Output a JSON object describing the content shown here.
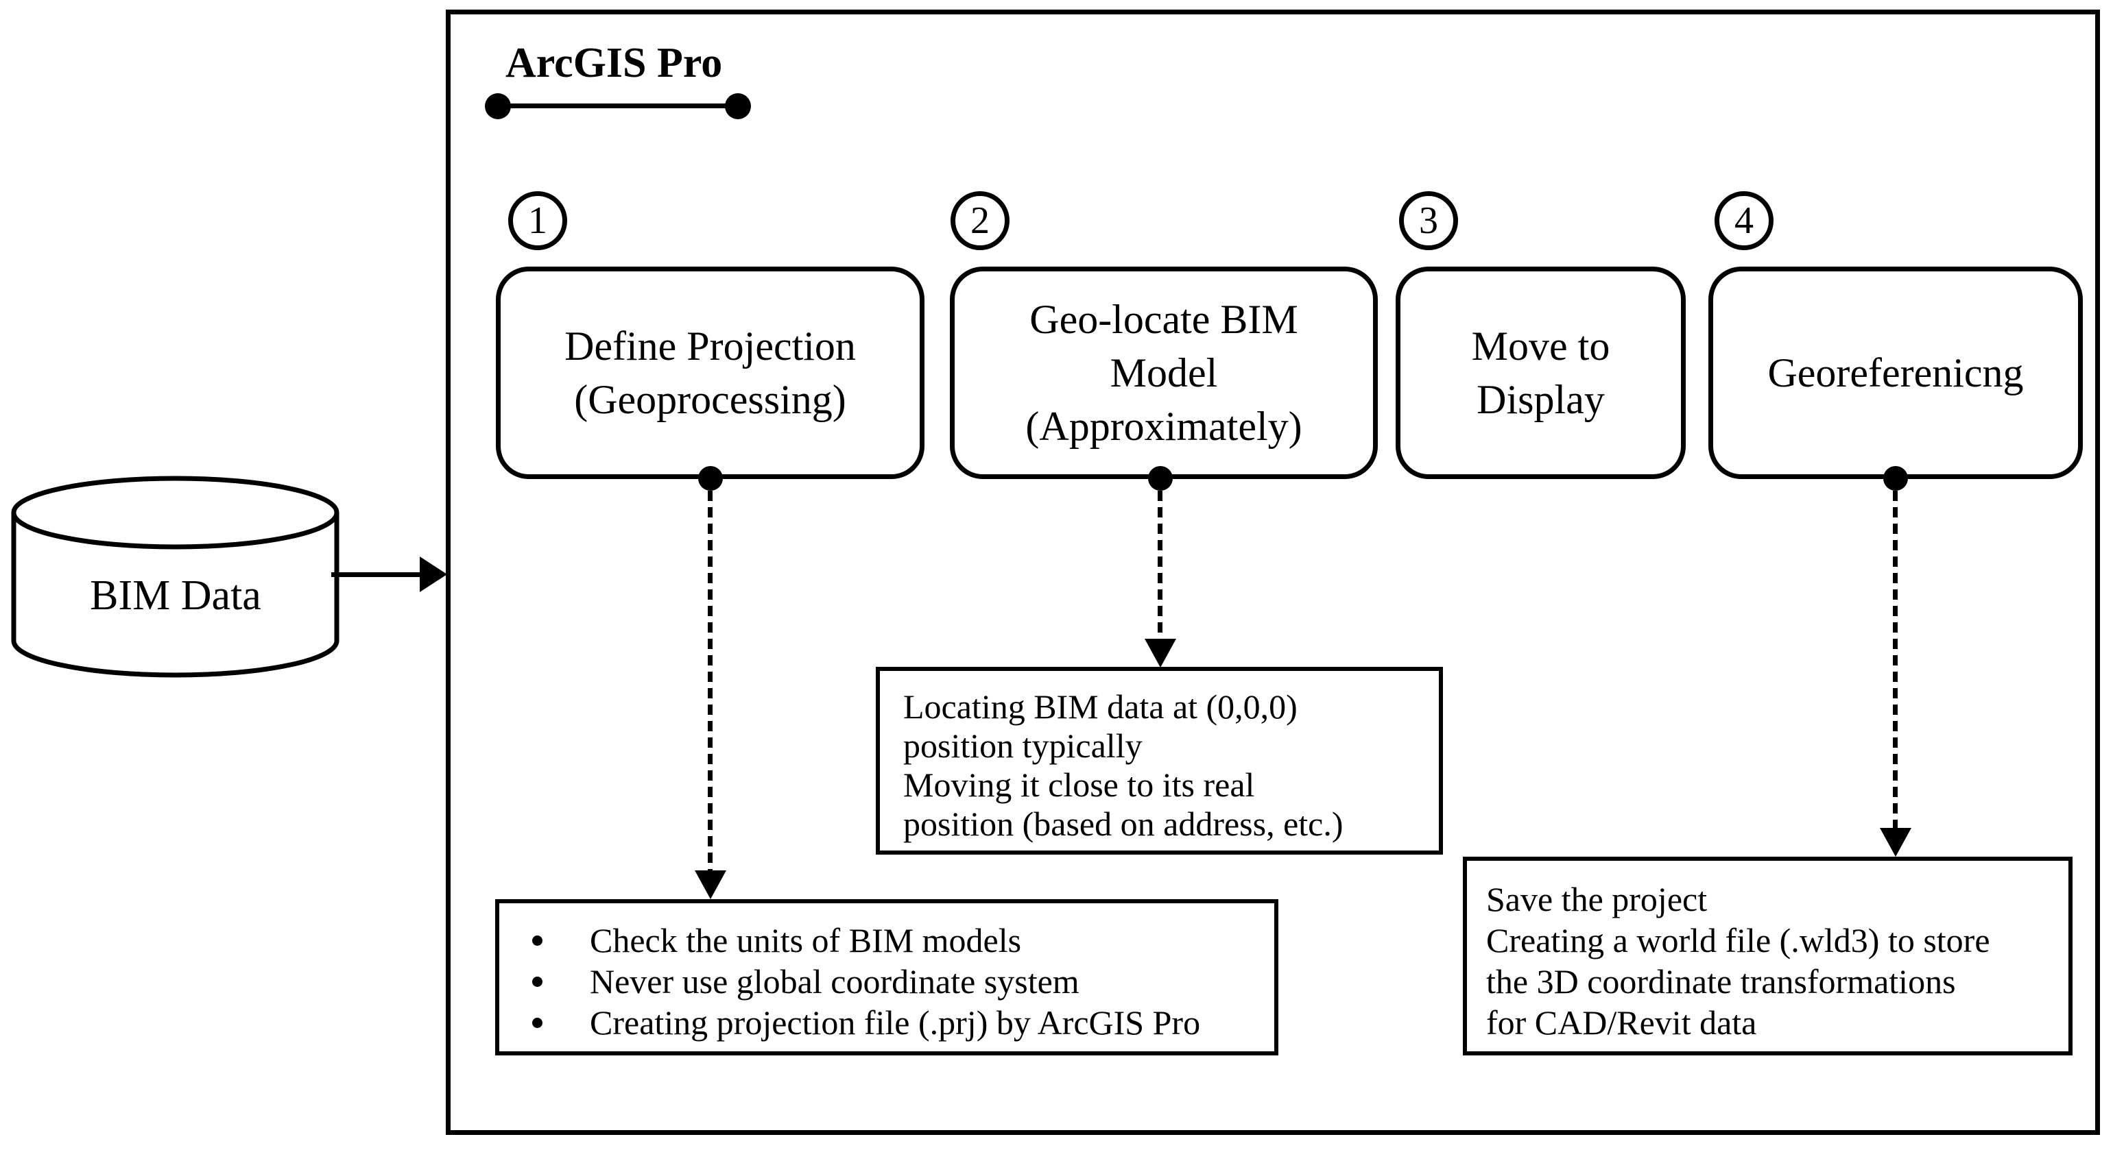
{
  "diagram": {
    "background_color": "#ffffff",
    "ink_color": "#000000",
    "container_title": "ArcGIS Pro",
    "input": {
      "label": "BIM Data",
      "shape": "database-cylinder"
    },
    "steps": [
      {
        "number": "1",
        "label": "Define Projection\n(Geoprocessing)"
      },
      {
        "number": "2",
        "label": "Geo-locate BIM\nModel\n(Approximately)"
      },
      {
        "number": "3",
        "label": "Move to\nDisplay"
      },
      {
        "number": "4",
        "label": "Georeferenicng"
      }
    ],
    "notes": {
      "step1_bullets": [
        "Check the units of BIM models",
        "Never use global coordinate system",
        "Creating projection file (.prj) by ArcGIS Pro"
      ],
      "step2_note": "Locating BIM data at (0,0,0)\nposition typically\nMoving it close to its real\nposition (based on address, etc.)",
      "step4_note": "Save the project\nCreating a world file (.wld3) to store\nthe 3D coordinate transformations\nfor CAD/Revit data"
    }
  }
}
